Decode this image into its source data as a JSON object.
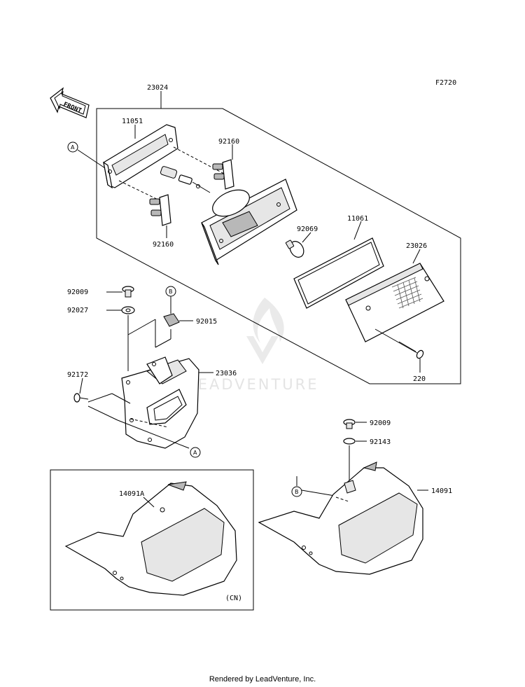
{
  "figure_code": "F2720",
  "front_arrow_label": "FRONT",
  "part_labels": {
    "p23024": "23024",
    "p11051": "11051",
    "p92160a": "92160",
    "p92160b": "92160",
    "p92069": "92069",
    "p11061": "11061",
    "p23026": "23026",
    "p220": "220",
    "p92009a": "92009",
    "p92027": "92027",
    "p92015": "92015",
    "p23036": "23036",
    "p92172": "92172",
    "p92009b": "92009",
    "p92143": "92143",
    "p14091": "14091",
    "p14091a": "14091A",
    "region_cn": "(CN)"
  },
  "ref_markers": {
    "a1": "A",
    "a2": "A",
    "b1": "B",
    "b2": "B"
  },
  "watermark_text": "LEADVENTURE",
  "footer": "Rendered by LeadVenture, Inc."
}
